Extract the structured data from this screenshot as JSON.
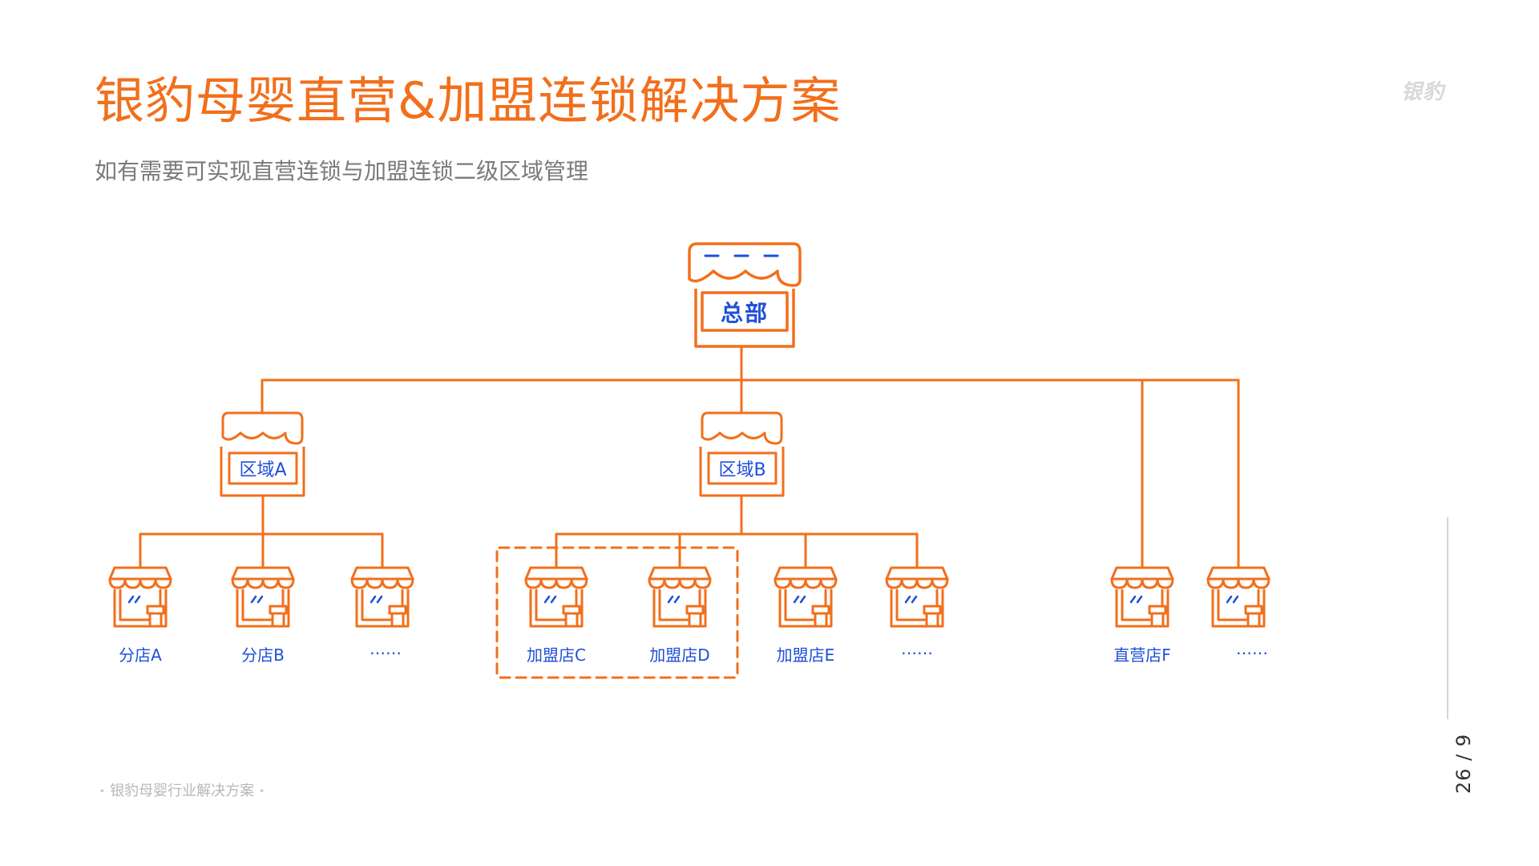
{
  "header": {
    "title": "银豹母婴直营&加盟连锁解决方案",
    "subtitle": "如有需要可实现直营连锁与加盟连锁二级区域管理",
    "brand": "银豹"
  },
  "colors": {
    "accent": "#f26f1c",
    "node_text": "#1f4fd8",
    "grey_text": "#7a7a7a"
  },
  "diagram": {
    "headquarters": "总部",
    "regions": [
      {
        "label": "区域A"
      },
      {
        "label": "区域B"
      }
    ],
    "stores": [
      {
        "label": "分店A"
      },
      {
        "label": "分店B"
      },
      {
        "label": "……"
      },
      {
        "label": "加盟店C"
      },
      {
        "label": "加盟店D"
      },
      {
        "label": "加盟店E"
      },
      {
        "label": "……"
      },
      {
        "label": "直营店F"
      },
      {
        "label": "……"
      }
    ]
  },
  "footer": {
    "text": "银豹母婴行业解决方案",
    "page": "26 / 9"
  }
}
